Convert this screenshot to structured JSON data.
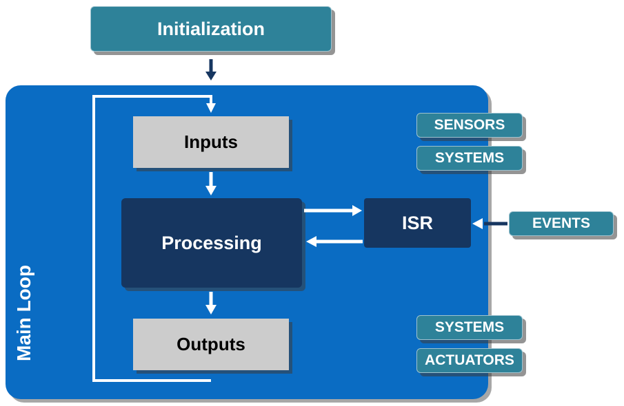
{
  "diagram": {
    "initialization": "Initialization",
    "main_loop": "Main Loop",
    "inputs": "Inputs",
    "processing": "Processing",
    "outputs": "Outputs",
    "isr": "ISR",
    "events": "EVENTS",
    "input_sources": [
      "SENSORS",
      "SYSTEMS"
    ],
    "output_targets": [
      "SYSTEMS",
      "ACTUATORS"
    ]
  },
  "colors": {
    "teal": "#2e8299",
    "main_loop_blue": "#0a6cc3",
    "navy": "#163660",
    "grey": "#cccccc"
  }
}
